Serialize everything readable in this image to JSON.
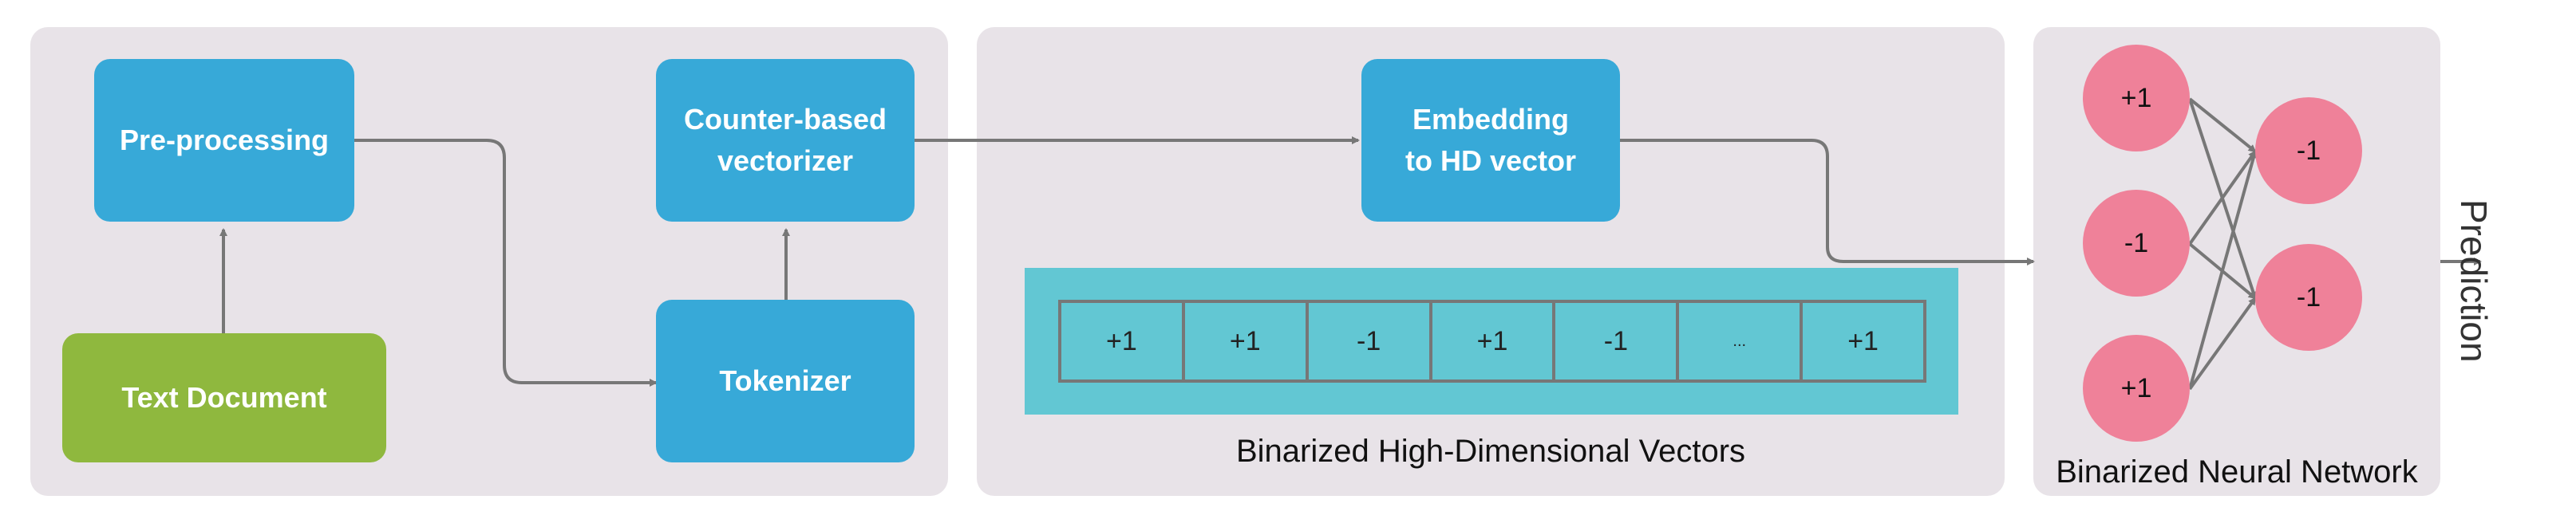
{
  "pipeline": {
    "text_document": "Text Document",
    "preprocessing": "Pre-processing",
    "tokenizer": "Tokenizer",
    "counter_vectorizer": "Counter-based\nvectorizer",
    "embedding": "Embedding\nto HD vector"
  },
  "hd_vectors": {
    "caption": "Binarized High-Dimensional Vectors",
    "values": [
      "+1",
      "+1",
      "-1",
      "+1",
      "-1",
      "...",
      "+1"
    ]
  },
  "bnn": {
    "caption": "Binarized Neural Network",
    "input_nodes": [
      "+1",
      "-1",
      "+1"
    ],
    "output_nodes": [
      "-1",
      "-1"
    ]
  },
  "output_label": "Prediction",
  "colors": {
    "panel": "#e8e3e8",
    "process_box": "#37a9d8",
    "source_box": "#8fb83e",
    "vector_strip": "#62c7d3",
    "neuron": "#ef8199",
    "arrow": "#777777"
  }
}
